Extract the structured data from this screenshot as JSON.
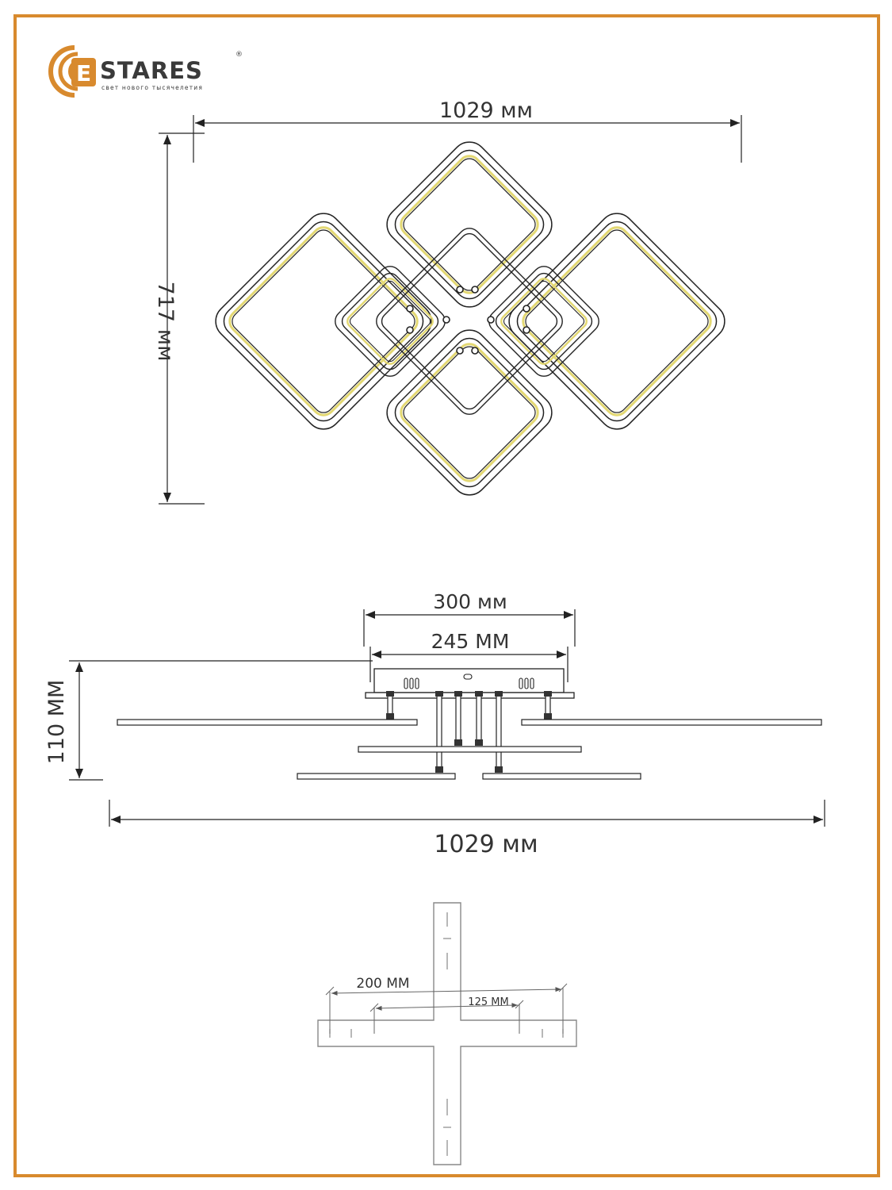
{
  "brand": {
    "name": "STARES",
    "initial": "E",
    "registered": "®",
    "tagline": "свет нового тысячелетия",
    "accent_color": "#d88a2e",
    "logo_dark": "#3a3a3a"
  },
  "top_view": {
    "width_label": "1029 мм",
    "height_label": "717 мм",
    "led_color": "#e3d873"
  },
  "side_view": {
    "base_outer_label": "300 мм",
    "base_inner_label": "245 ММ",
    "height_label": "110 ММ",
    "width_label": "1029 мм"
  },
  "mount_view": {
    "outer_label": "200 ММ",
    "inner_label": "125 ММ"
  }
}
